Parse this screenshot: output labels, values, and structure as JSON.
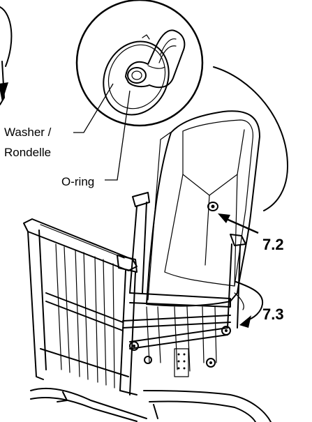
{
  "labels": {
    "washer_line1": "Washer /",
    "washer_line2": "Rondelle",
    "oring": "O-ring",
    "step_7_2": "7.2",
    "step_7_3": "7.3"
  }
}
